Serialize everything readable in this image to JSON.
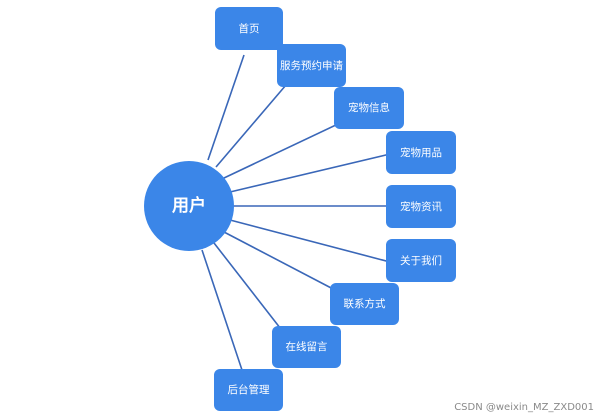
{
  "center": {
    "label": "用户"
  },
  "nodes": [
    {
      "label": "首页"
    },
    {
      "label": "服务预约申请"
    },
    {
      "label": "宠物信息"
    },
    {
      "label": "宠物用品"
    },
    {
      "label": "宠物资讯"
    },
    {
      "label": "关于我们"
    },
    {
      "label": "联系方式"
    },
    {
      "label": "在线留言"
    },
    {
      "label": "后台管理"
    }
  ],
  "watermark": "CSDN @weixin_MZ_ZXD001",
  "colors": {
    "node_fill": "#3b86e8",
    "edge": "#3a67b8",
    "text": "#ffffff"
  }
}
